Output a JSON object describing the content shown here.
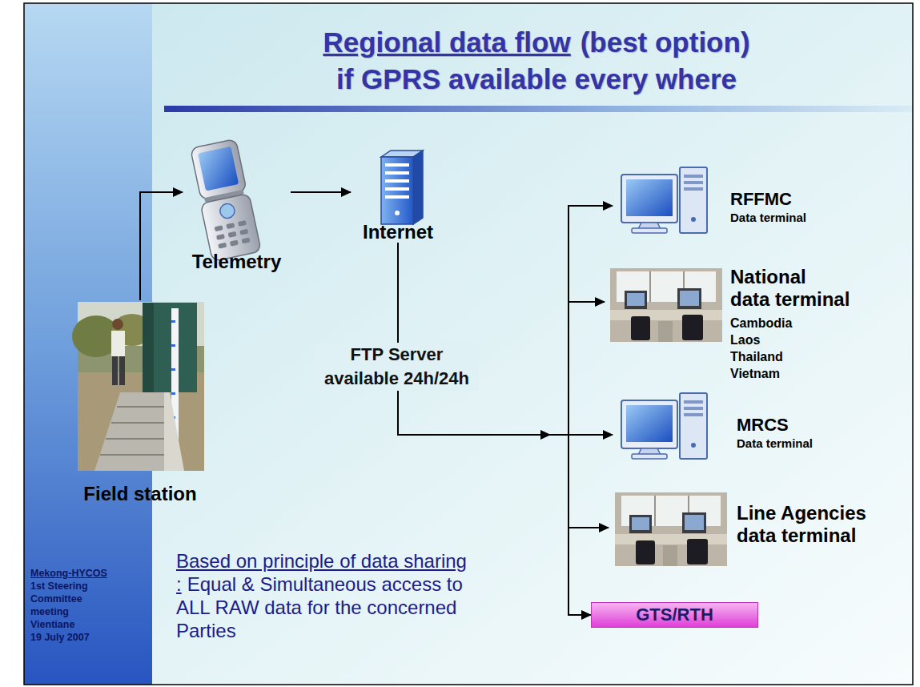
{
  "diagram": {
    "title": "Regional data flow",
    "nodes": [
      {
        "text": [
          "Field station"
        ]
      },
      {
        "text": [
          "Telemetry"
        ]
      },
      {
        "text": [
          "Internet"
        ]
      },
      {
        "text": [
          "RFFMC",
          "Data terminal"
        ]
      },
      {
        "text": [
          "National data terminal",
          "Cambodia",
          "Laos",
          "Thailand",
          "Vietnam"
        ]
      },
      {
        "text": [
          "MRCS",
          "Data terminal"
        ]
      },
      {
        "text": [
          "Line Agencies data terminal"
        ]
      },
      {
        "text": [
          "GTS/RTH"
        ]
      }
    ],
    "edges": [
      {
        "from": 0,
        "to": 1,
        "arrow": "to"
      },
      {
        "from": 1,
        "to": 2,
        "arrow": "to"
      },
      {
        "from": 2,
        "to": 3,
        "arrow": "to"
      },
      {
        "from": 2,
        "to": 4,
        "arrow": "to"
      },
      {
        "from": 2,
        "to": 5,
        "arrow": "to"
      },
      {
        "from": 2,
        "to": 6,
        "arrow": "to"
      },
      {
        "from": 2,
        "to": 7,
        "arrow": "to"
      }
    ],
    "labels": [
      "(best option)",
      "if GPRS available every where",
      "FTP Server available 24h/24h",
      "Based on principle of data sharing :",
      "Equal & Simultaneous access to ALL RAW data for the concerned Parties",
      "Mekong-HYCOS",
      "1st Steering Committee meeting",
      "Vientiane",
      "19 July 2007"
    ]
  }
}
